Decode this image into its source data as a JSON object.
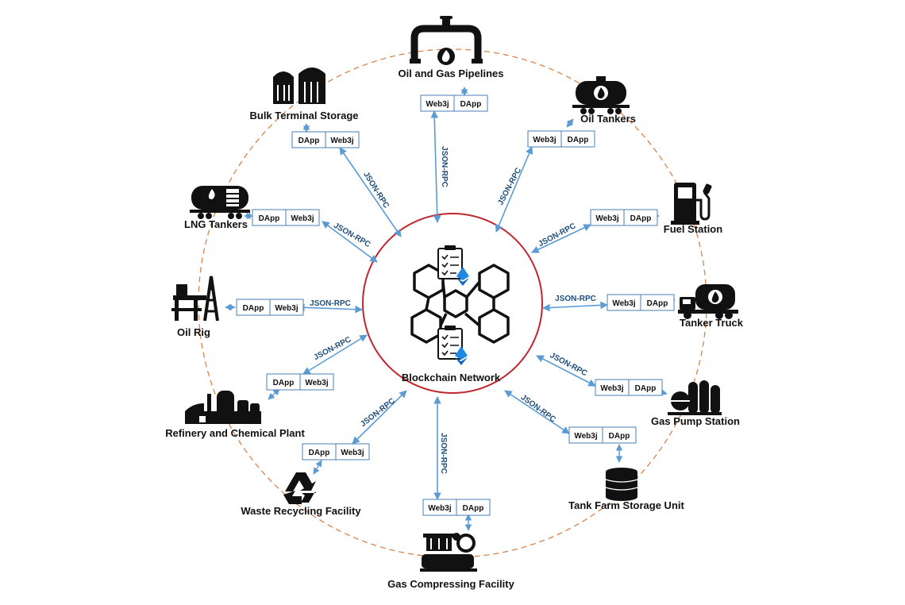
{
  "center": {
    "label": "Blockchain Network"
  },
  "protocol": "JSON-RPC",
  "box_words": {
    "dapp": "DApp",
    "web3j": "Web3j"
  },
  "nodes": [
    {
      "name": "Oil and Gas Pipelines",
      "icon": "pipeline-icon",
      "box_order": [
        "Web3j",
        "DApp"
      ]
    },
    {
      "name": "Oil Tankers",
      "icon": "rail-tank-car-icon",
      "box_order": [
        "Web3j",
        "DApp"
      ]
    },
    {
      "name": "Fuel Station",
      "icon": "fuel-pump-icon",
      "box_order": [
        "Web3j",
        "DApp"
      ]
    },
    {
      "name": "Tanker Truck",
      "icon": "tanker-truck-icon",
      "box_order": [
        "Web3j",
        "DApp"
      ]
    },
    {
      "name": "Gas Pump Station",
      "icon": "gas-pump-station-icon",
      "box_order": [
        "Web3j",
        "DApp"
      ]
    },
    {
      "name": "Tank Farm Storage Unit",
      "icon": "storage-tank-icon",
      "box_order": [
        "Web3j",
        "DApp"
      ]
    },
    {
      "name": "Gas Compressing Facility",
      "icon": "compressor-icon",
      "box_order": [
        "Web3j",
        "DApp"
      ]
    },
    {
      "name": "Waste Recycling Facility",
      "icon": "recycle-icon",
      "box_order": [
        "DApp",
        "Web3j"
      ]
    },
    {
      "name": "Refinery and Chemical Plant",
      "icon": "refinery-icon",
      "box_order": [
        "DApp",
        "Web3j"
      ]
    },
    {
      "name": "Oil Rig",
      "icon": "oil-rig-icon",
      "box_order": [
        "DApp",
        "Web3j"
      ]
    },
    {
      "name": "LNG Tankers",
      "icon": "lng-tank-car-icon",
      "box_order": [
        "DApp",
        "Web3j"
      ]
    },
    {
      "name": "Bulk Terminal Storage",
      "icon": "silo-icon",
      "box_order": [
        "DApp",
        "Web3j"
      ]
    }
  ],
  "colors": {
    "outer_ring": "#d9824b",
    "inner_ring": "#c0272d",
    "arrow": "#5b9bd5",
    "rpc_text": "#1f4e79",
    "box_border": "#4a7fb5",
    "eth": "#1e88e5",
    "icon": "#111111"
  }
}
